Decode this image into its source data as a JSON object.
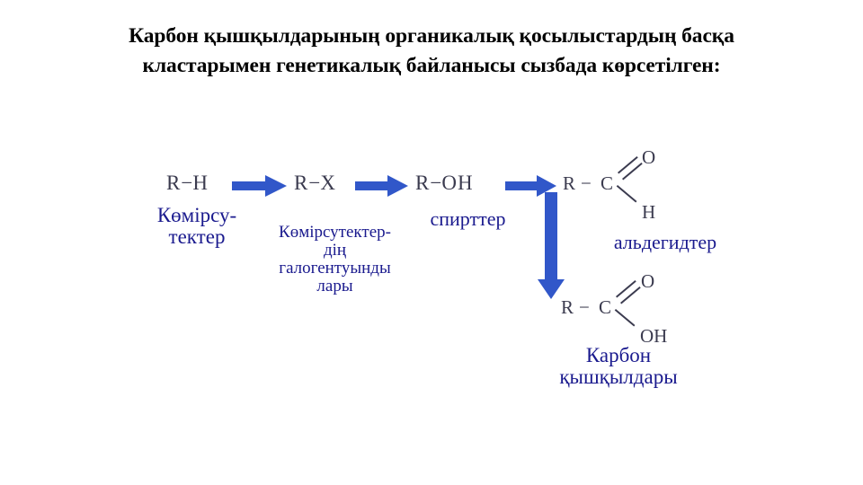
{
  "title": {
    "line1": "Карбон қышқылдарының органикалық қосылыстардың басқа",
    "line2": "кластарымен генетикалық байланысы сызбада көрсетілген:"
  },
  "colors": {
    "title_text": "#000000",
    "formula_text": "#3b3b4f",
    "label_text": "#1a1a8e",
    "arrow_fill": "#3157c9",
    "background": "#ffffff"
  },
  "chart_data": {
    "type": "diagram",
    "title": "Карбон қышқылдарының органикалық қосылыстардың басқа кластарымен генетикалық байланысы сызбада көрсетілген:",
    "nodes": [
      {
        "id": "hydrocarbon",
        "formula": "R − H",
        "label": "Көмірсу-тектер"
      },
      {
        "id": "haloalkane",
        "formula": "R − X",
        "label": "Көмірсутектер-дің галогентуындылары"
      },
      {
        "id": "alcohol",
        "formula": "R − OH",
        "label": "спирттер"
      },
      {
        "id": "aldehyde",
        "formula": "R − C(=O)H",
        "label": "альдегидтер"
      },
      {
        "id": "carboxylic",
        "formula": "R − C(=O)OH",
        "label": "Карбон қышқылдары"
      }
    ],
    "edges": [
      {
        "from": "hydrocarbon",
        "to": "haloalkane",
        "direction": "right"
      },
      {
        "from": "haloalkane",
        "to": "alcohol",
        "direction": "right"
      },
      {
        "from": "alcohol",
        "to": "aldehyde",
        "direction": "right"
      },
      {
        "from": "aldehyde",
        "to": "carboxylic",
        "direction": "down"
      }
    ]
  },
  "nodes": {
    "hydrocarbon": {
      "formula_r": "R",
      "formula_dash": "−",
      "formula_rest": "H",
      "label_line1": "Көмірсу-",
      "label_line2": "тектер"
    },
    "haloalkane": {
      "formula_r": "R",
      "formula_dash": "−",
      "formula_rest": "X",
      "label_line1": "Көмірсутектер-",
      "label_line2": "дің",
      "label_line3": "галогентуынды",
      "label_line4": "лары"
    },
    "alcohol": {
      "formula_r": "R",
      "formula_dash": "−",
      "formula_rest": "OH",
      "label_line1": "спирттер"
    },
    "aldehyde": {
      "atom_r": "R",
      "atom_dash": "−",
      "atom_c": "C",
      "atom_o": "O",
      "atom_h": "H",
      "label_line1": "альдегидтер"
    },
    "carboxylic": {
      "atom_r": "R",
      "atom_dash": "−",
      "atom_c": "C",
      "atom_o": "O",
      "atom_oh": "OH",
      "label_line1": "Карбон",
      "label_line2": "қышқылдары"
    }
  },
  "arrows": {
    "arrow1_name": "arrow-hydrocarbon-to-haloalkane",
    "arrow2_name": "arrow-haloalkane-to-alcohol",
    "arrow3_name": "arrow-alcohol-to-aldehyde",
    "arrow4_name": "arrow-aldehyde-to-carboxylic"
  }
}
